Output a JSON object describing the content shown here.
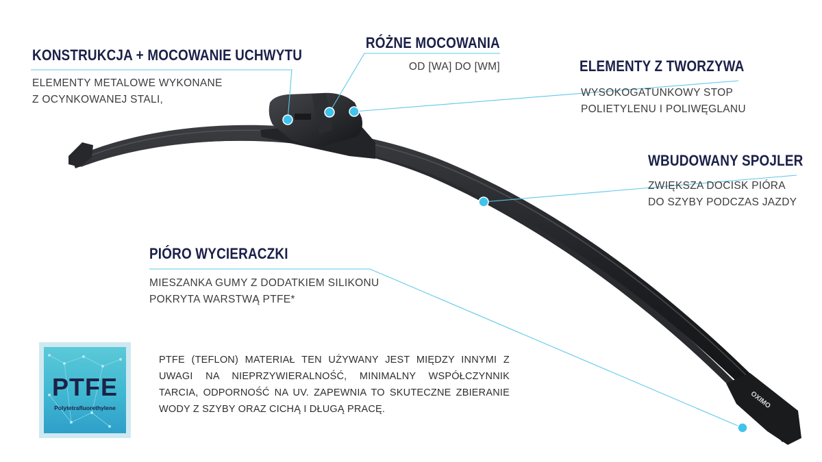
{
  "colors": {
    "heading": "#1b2049",
    "body_text": "#3c3c3c",
    "callout_line": "#5ec8e8",
    "callout_dot": "#3fc3ec",
    "blade": "#1e1f22",
    "ptfe_tile": "#45bcd4"
  },
  "callouts": {
    "construction": {
      "title": "KONSTRUKCJA + MOCOWANIE UCHWYTU",
      "lines": [
        "ELEMENTY METALOWE WYKONANE",
        "Z OCYNKOWANEJ STALI,"
      ]
    },
    "mounting": {
      "title": "RÓŻNE MOCOWANIA",
      "lines": [
        "OD [WA] DO [WM]"
      ]
    },
    "plastics": {
      "title": "ELEMENTY Z TWORZYWA",
      "lines": [
        "WYSOKOGATUNKOWY STOP",
        "POLIETYLENU I POLIWĘGLANU"
      ]
    },
    "spoiler": {
      "title": "WBUDOWANY SPOJLER",
      "lines": [
        "ZWIĘKSZA DOCISK PIÓRA",
        "DO SZYBY PODCZAS JAZDY"
      ]
    },
    "blade": {
      "title": "PIÓRO WYCIERACZKI",
      "lines": [
        "MIESZANKA GUMY Z DODATKIEM SILIKONU",
        "POKRYTA WARSTWĄ PTFE*"
      ]
    }
  },
  "ptfe": {
    "badge_text": "PTFE",
    "badge_subtext": "Polytetrafluorethylene",
    "description": "PTFE (TEFLON) MATERIAŁ TEN UŻYWANY JEST MIĘDZY INNYMI Z UWAGI NA NIEPRZYWIERALNOŚĆ, MINIMALNY WSPÓŁCZYNNIK TARCIA, ODPORNOŚĆ NA UV. ZAPEWNIA TO SKUTECZNE ZBIERANIE WODY Z SZYBY ORAZ CICHĄ I DŁUGĄ PRACĘ."
  },
  "product": {
    "brand_logo": "OXIMO"
  }
}
